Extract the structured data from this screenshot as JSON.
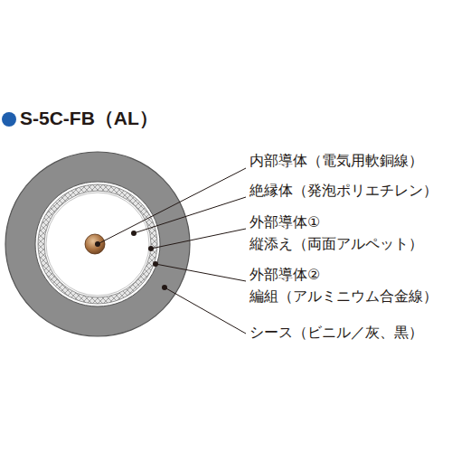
{
  "diagram": {
    "title": "S-5C-FB（AL）",
    "labels": [
      "内部導体（電気用軟銅線）",
      "絶縁体（発泡ポリエチレン）",
      "外部導体①",
      "縦添え（両面アルペット）",
      "外部導体②",
      "編組（アルミニウム合金線）",
      "シース（ビニル／灰、黒）"
    ]
  }
}
